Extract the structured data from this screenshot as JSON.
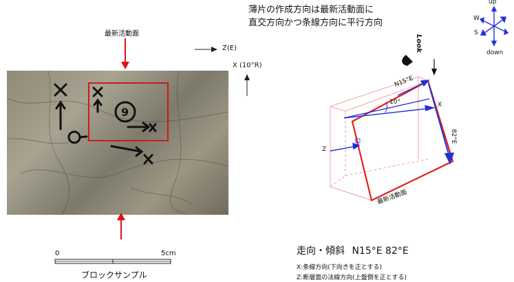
{
  "header": {
    "line1": "薄片の作成方向は最新活動面に",
    "line2": "直交方向かつ条線方向に平行方向"
  },
  "photo": {
    "top_label": "最新活動面",
    "z_label": "Z(E)",
    "x_label": "X (10°R)"
  },
  "scale": {
    "zero": "0",
    "five": "5cm",
    "caption": "ブロックサンプル"
  },
  "diagram": {
    "look": "Look",
    "strike_label": "N15°E",
    "angle_label": "10°",
    "x_axis": "X",
    "dip_label": "82°E",
    "z_axis": "Z",
    "plane_label": "最新活動面"
  },
  "compass": {
    "up": "up",
    "w": "W",
    "s": "S",
    "down": "down"
  },
  "summary": {
    "title": "走向・傾斜",
    "value": "N15°E 82°E",
    "note1": "X:条線方向(下向きを正とする)",
    "note2": "Z:断層面の法線方向(上盤側を正とする)"
  }
}
